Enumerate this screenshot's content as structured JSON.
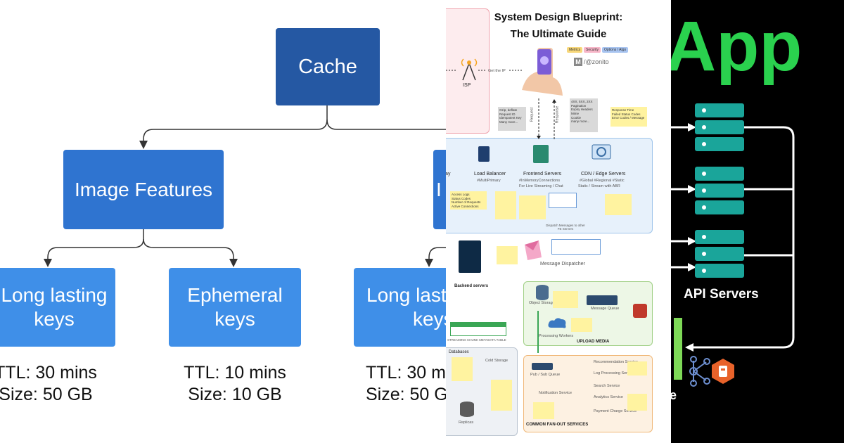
{
  "cache_tree": {
    "root": "Cache",
    "level1": [
      {
        "label": "Image Features"
      },
      {
        "label": "I"
      }
    ],
    "leaves": [
      {
        "label": "Long lasting keys",
        "line1": "Long lasting",
        "line2": "keys",
        "ttl": "TTL: 30 mins",
        "size": "Size: 50 GB"
      },
      {
        "label": "Ephemeral keys",
        "line1": "Ephemeral",
        "line2": "keys",
        "ttl": "TTL: 10 mins",
        "size": "Size: 10 GB"
      },
      {
        "label": "Long lasting keys",
        "line1": "Long last",
        "line2": "keys",
        "ttl": "TTL: 30 m",
        "size": "Size: 50 G"
      }
    ]
  },
  "blueprint": {
    "title_line1": "System Design Blueprint:",
    "title_line2": "The Ultimate Guide",
    "tags": [
      "Metrics",
      "Security",
      "Options / Algo"
    ],
    "author": "/@zonito",
    "isp_label": "ISP",
    "get_ip": "Get the IP",
    "request_label": "Request",
    "response_label": "Response",
    "request_notes": [
      "Gzip, deflate",
      "Request ID",
      "Idempotent Key",
      "Many more..."
    ],
    "response_notes": [
      "4XX, 5XX, 2XX",
      "Pagination",
      "Expiry Headers",
      "Mime",
      "Cookie",
      "many more..."
    ],
    "metrics_notes": [
      "Response Time",
      "Failed Status Codes",
      "Error Codes / Message"
    ],
    "components": [
      {
        "name": "way",
        "sub": ""
      },
      {
        "name": "Load Balancer",
        "sub": "#MultiPrimary"
      },
      {
        "name": "Frontend Servers",
        "sub": "#InMemoryConnections",
        "sub2": "For Live Streaming / Chat"
      },
      {
        "name": "CDN / Edge Servers",
        "sub": "#Global #Regional #Static",
        "sub2": "Static / Stream with ABR"
      }
    ],
    "gateway_notes": [
      "Access Logs",
      "Status Codes",
      "Number of Requests",
      "Active Connections"
    ],
    "dispatch_text": "Dispatch Messages to other FE Servers",
    "backend_label": "Backend servers",
    "message_dispatcher": "Message Dispatcher",
    "object_storage": "Object Storage",
    "message_queue": "Message Queue",
    "processing_workers": "Processing Workers",
    "upload_media": "UPLOAD MEDIA",
    "metadata_table": "STREAMING CHUNK METADATA TABLE",
    "databases": "Databases",
    "cold_storage": "Cold Storage",
    "replicas": "Replicas",
    "pubsub": "Pub / Sub Queue",
    "notification_service": "Notification Service",
    "services": [
      "Recommendation Service",
      "Log Processing Service",
      "Search Service",
      "Analytics Service",
      "Payment Charge Service"
    ],
    "fanout_title": "COMMON FAN-OUT SERVICES"
  },
  "right_panel": {
    "app_text": "App",
    "servers_label": "API Servers",
    "fragment_e": "e"
  },
  "colors": {
    "dark_blue": "#2558a3",
    "mid_blue": "#2f74d0",
    "light_blue": "#3f8fe8",
    "app_green": "#2ad14e",
    "server_teal": "#1aa59a"
  }
}
